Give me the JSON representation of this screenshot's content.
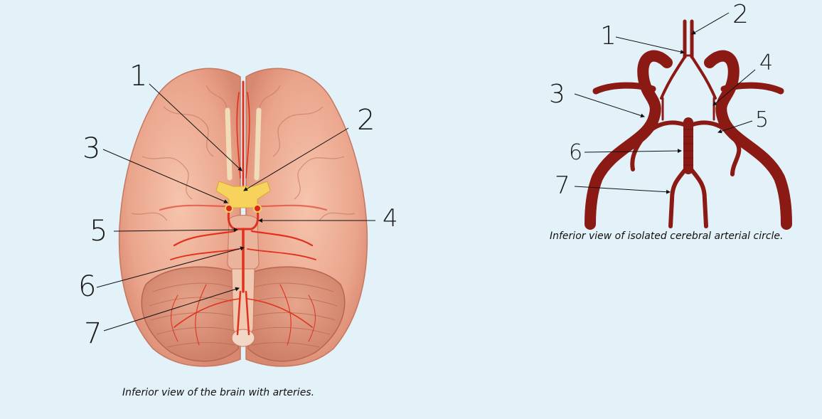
{
  "left_diagram": {
    "caption": "Inferior view of the brain with arteries.",
    "labels": [
      "1",
      "2",
      "3",
      "4",
      "5",
      "6",
      "7"
    ]
  },
  "right_diagram": {
    "caption": "Inferior view of isolated cerebral arterial circle.",
    "labels": [
      "1",
      "2",
      "3",
      "4",
      "5",
      "6",
      "7"
    ]
  },
  "colors": {
    "background": "#e3f2f8",
    "brain_tissue": "#eaa58c",
    "artery": "#8b1a14",
    "bright_artery": "#e0301e",
    "optic_chiasm": "#f7d25c"
  }
}
